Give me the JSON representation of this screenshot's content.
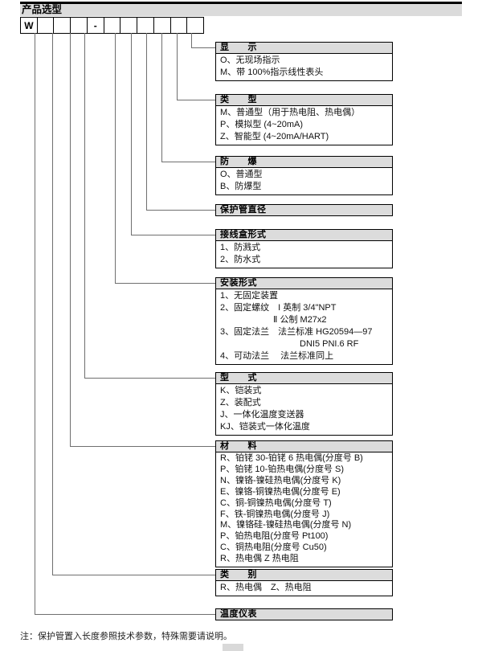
{
  "page": {
    "title": "产品选型",
    "note": "注：保护管置入长度参照技术参数，特殊需要请说明。"
  },
  "model_code": {
    "cells": [
      "W",
      "",
      "",
      "",
      "-",
      "",
      "",
      "",
      "",
      "",
      ""
    ]
  },
  "sections": [
    {
      "id": "display",
      "title": "显　　示",
      "items": [
        "O、无现场指示",
        "M、带 100%指示线性表头"
      ]
    },
    {
      "id": "type",
      "title": "类　　型",
      "items": [
        "M、普通型（用于热电阻、热电偶）",
        "P、模拟型 (4~20mA)",
        "Z、智能型 (4~20mA/HART)"
      ]
    },
    {
      "id": "explosion-proof",
      "title": "防　　爆",
      "items": [
        "O、普通型",
        "B、防爆型"
      ]
    },
    {
      "id": "protection-tube-diameter",
      "title": "保护管直径",
      "items": []
    },
    {
      "id": "junction-box-form",
      "title": "接线盒形式",
      "items": [
        "1、防溅式",
        "2、防水式"
      ]
    },
    {
      "id": "installation-form",
      "title": "安装形式",
      "items": [
        "1、无固定装置",
        "2、固定螺纹　I 英制 3/4\"NPT",
        "　　　　　　Ⅱ 公制 M27x2",
        "3、固定法兰　法兰标准 HG20594—97",
        "　　　　　　　　　DNI5 PNI.6 RF",
        "4、可动法兰　 法兰标准同上"
      ]
    },
    {
      "id": "style",
      "title": "型　　式",
      "items": [
        "K、铠装式",
        "Z、装配式",
        "J、一体化温度变送器",
        "KJ、铠装式一体化温度"
      ]
    },
    {
      "id": "material",
      "title": "材　　料",
      "items": [
        "R、铂铑 30-铂铑 6 热电偶(分度号 B)",
        "P、铂铑 10-铂热电偶(分度号 S)",
        "N、镍铬-镍硅热电偶(分度号 K)",
        "E、镍铬-铜镍热电偶(分度号 E)",
        "C、铜-铜镍热电偶(分度号 T)",
        "F、铁-铜镍热电偶(分度号 J)",
        "M、镍铬硅-镍硅热电偶(分度号 N)",
        "P、铂热电阻(分度号 Pt100)",
        "C、铜热电阻(分度号 Cu50)",
        "R、热电偶 Z 热电阻"
      ]
    },
    {
      "id": "category",
      "title": "类　　别",
      "items": [
        "R、热电偶　Z、热电阻"
      ]
    },
    {
      "id": "temperature-instrument",
      "title": "温度仪表",
      "items": []
    }
  ],
  "colors": {
    "header_fill": "#dcdcdc",
    "border": "#000000",
    "connector_line": "#6f6f6f"
  }
}
